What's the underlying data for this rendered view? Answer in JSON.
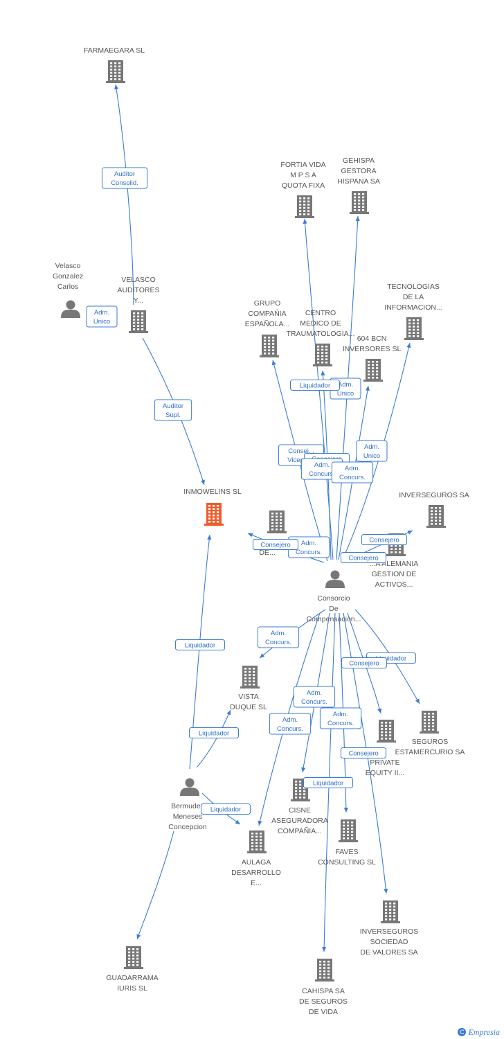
{
  "colors": {
    "edge": "#3a7bd5",
    "building": "#777777",
    "building_highlight": "#f05a2b",
    "person": "#777777"
  },
  "nodes": [
    {
      "id": "farmaegara",
      "type": "building",
      "label": [
        "FARMAEGARA SL"
      ]
    },
    {
      "id": "velasco_person",
      "type": "person",
      "label": [
        "Velasco",
        "Gonzalez",
        "Carlos"
      ]
    },
    {
      "id": "velasco_auditores",
      "type": "building",
      "label": [
        "VELASCO",
        "AUDITORES",
        "Y..."
      ]
    },
    {
      "id": "inmowelins",
      "type": "building",
      "highlight": true,
      "label": [
        "INMOWELINS SL"
      ]
    },
    {
      "id": "fortia",
      "type": "building",
      "label": [
        "FORTIA VIDA",
        "M P S A",
        "QUOTA FIXA"
      ]
    },
    {
      "id": "gehispa",
      "type": "building",
      "label": [
        "GEHISPA",
        "GESTORA",
        "HISPANA SA"
      ]
    },
    {
      "id": "tecnologias",
      "type": "building",
      "label": [
        "TECNOLOGIAS",
        "DE LA",
        "INFORMACION..."
      ]
    },
    {
      "id": "grupo",
      "type": "building",
      "label": [
        "GRUPO",
        "COMPAÑIA",
        "ESPAÑOLA..."
      ]
    },
    {
      "id": "centro",
      "type": "building",
      "label": [
        "CENTRO",
        "MEDICO DE",
        "TRAUMATOLOGIA..."
      ]
    },
    {
      "id": "bcn604",
      "type": "building",
      "label": [
        "604 BCN",
        "INVERSORES SL"
      ]
    },
    {
      "id": "inverseguros_sa",
      "type": "building",
      "label": [
        "INVERSEGUROS SA"
      ]
    },
    {
      "id": "a_node",
      "type": "building",
      "label": [
        "A...",
        "DE..."
      ]
    },
    {
      "id": "alemania",
      "type": "building",
      "label": [
        "...A ALEMANIA",
        "GESTION DE",
        "ACTIVOS..."
      ]
    },
    {
      "id": "consorcio",
      "type": "person",
      "label": [
        "Consorcio",
        "De",
        "Compensacion..."
      ]
    },
    {
      "id": "vista",
      "type": "building",
      "label": [
        "VISTA",
        "DUQUE SL"
      ]
    },
    {
      "id": "seguros_estamercurio",
      "type": "building",
      "label": [
        "SEGUROS",
        "ESTAMERCURIO SA"
      ]
    },
    {
      "id": "private",
      "type": "building",
      "label": [
        "PRIVATE",
        "EQUITY II..."
      ]
    },
    {
      "id": "bermudez",
      "type": "person",
      "label": [
        "Bermudez",
        "Meneses",
        "Concepcion"
      ]
    },
    {
      "id": "cisne",
      "type": "building",
      "label": [
        "CISNE",
        "ASEGURADORA",
        "COMPAÑIA..."
      ]
    },
    {
      "id": "aulaga",
      "type": "building",
      "label": [
        "AULAGA",
        "DESARROLLO",
        "E..."
      ]
    },
    {
      "id": "faves",
      "type": "building",
      "label": [
        "FAVES",
        "CONSULTING SL"
      ]
    },
    {
      "id": "inverseguros_sv",
      "type": "building",
      "label": [
        "INVERSEGUROS",
        "SOCIEDAD",
        "DE VALORES SA"
      ]
    },
    {
      "id": "guadarrama",
      "type": "building",
      "label": [
        "GUADARRAMA",
        "IURIS SL"
      ]
    },
    {
      "id": "cahispa",
      "type": "building",
      "label": [
        "CAHISPA SA",
        "DE SEGUROS",
        "DE VIDA"
      ]
    }
  ],
  "edges": [
    {
      "from": "velasco_auditores",
      "to": "farmaegara"
    },
    {
      "from": "velasco_auditores",
      "to": "inmowelins"
    },
    {
      "from": "bermudez",
      "to": "inmowelins"
    },
    {
      "from": "bermudez",
      "to": "vista"
    },
    {
      "from": "bermudez",
      "to": "aulaga"
    },
    {
      "from": "bermudez",
      "to": "guadarrama"
    },
    {
      "from": "consorcio",
      "to": "fortia"
    },
    {
      "from": "consorcio",
      "to": "gehispa"
    },
    {
      "from": "consorcio",
      "to": "tecnologias"
    },
    {
      "from": "consorcio",
      "to": "grupo"
    },
    {
      "from": "consorcio",
      "to": "centro"
    },
    {
      "from": "consorcio",
      "to": "bcn604"
    },
    {
      "from": "consorcio",
      "to": "inverseguros_sa"
    },
    {
      "from": "consorcio",
      "to": "a_node"
    },
    {
      "from": "consorcio",
      "to": "vista"
    },
    {
      "from": "consorcio",
      "to": "seguros_estamercurio"
    },
    {
      "from": "consorcio",
      "to": "private"
    },
    {
      "from": "consorcio",
      "to": "cisne"
    },
    {
      "from": "consorcio",
      "to": "aulaga"
    },
    {
      "from": "consorcio",
      "to": "faves"
    },
    {
      "from": "consorcio",
      "to": "inverseguros_sv"
    },
    {
      "from": "consorcio",
      "to": "cahispa"
    }
  ],
  "badges": [
    {
      "lines": [
        "Auditor",
        "Consolid."
      ]
    },
    {
      "lines": [
        "Adm.",
        "Unico"
      ]
    },
    {
      "lines": [
        "Auditor",
        "Supl."
      ]
    },
    {
      "lines": [
        "Liquidador"
      ]
    },
    {
      "lines": [
        "Liquidador"
      ]
    },
    {
      "lines": [
        "Liquidador"
      ]
    },
    {
      "lines": [
        "Adm.",
        "Unico"
      ]
    },
    {
      "lines": [
        "Liquidador"
      ]
    },
    {
      "lines": [
        "Adm.",
        "Unico"
      ]
    },
    {
      "lines": [
        "Consej. .",
        "Vicepres."
      ]
    },
    {
      "lines": [
        "Consejero"
      ]
    },
    {
      "lines": [
        "Adm.",
        "Concurs."
      ]
    },
    {
      "lines": [
        "Adm.",
        "Concurs."
      ]
    },
    {
      "lines": [
        "Adm.",
        "Concurs."
      ]
    },
    {
      "lines": [
        "Consejero"
      ]
    },
    {
      "lines": [
        "Consejero"
      ]
    },
    {
      "lines": [
        "Consejero"
      ]
    },
    {
      "lines": [
        "Adm.",
        "Concurs."
      ]
    },
    {
      "lines": [
        "Consejero"
      ]
    },
    {
      "lines": [
        "Liquidador"
      ]
    },
    {
      "lines": [
        "Adm.",
        "Concurs."
      ]
    },
    {
      "lines": [
        "Adm.",
        "Concurs."
      ]
    },
    {
      "lines": [
        "Adm.",
        "Concurs."
      ]
    },
    {
      "lines": [
        "Consejero"
      ]
    },
    {
      "lines": [
        "Liquidador"
      ]
    }
  ],
  "footer": {
    "c": "C",
    "brand": "Empresia"
  }
}
